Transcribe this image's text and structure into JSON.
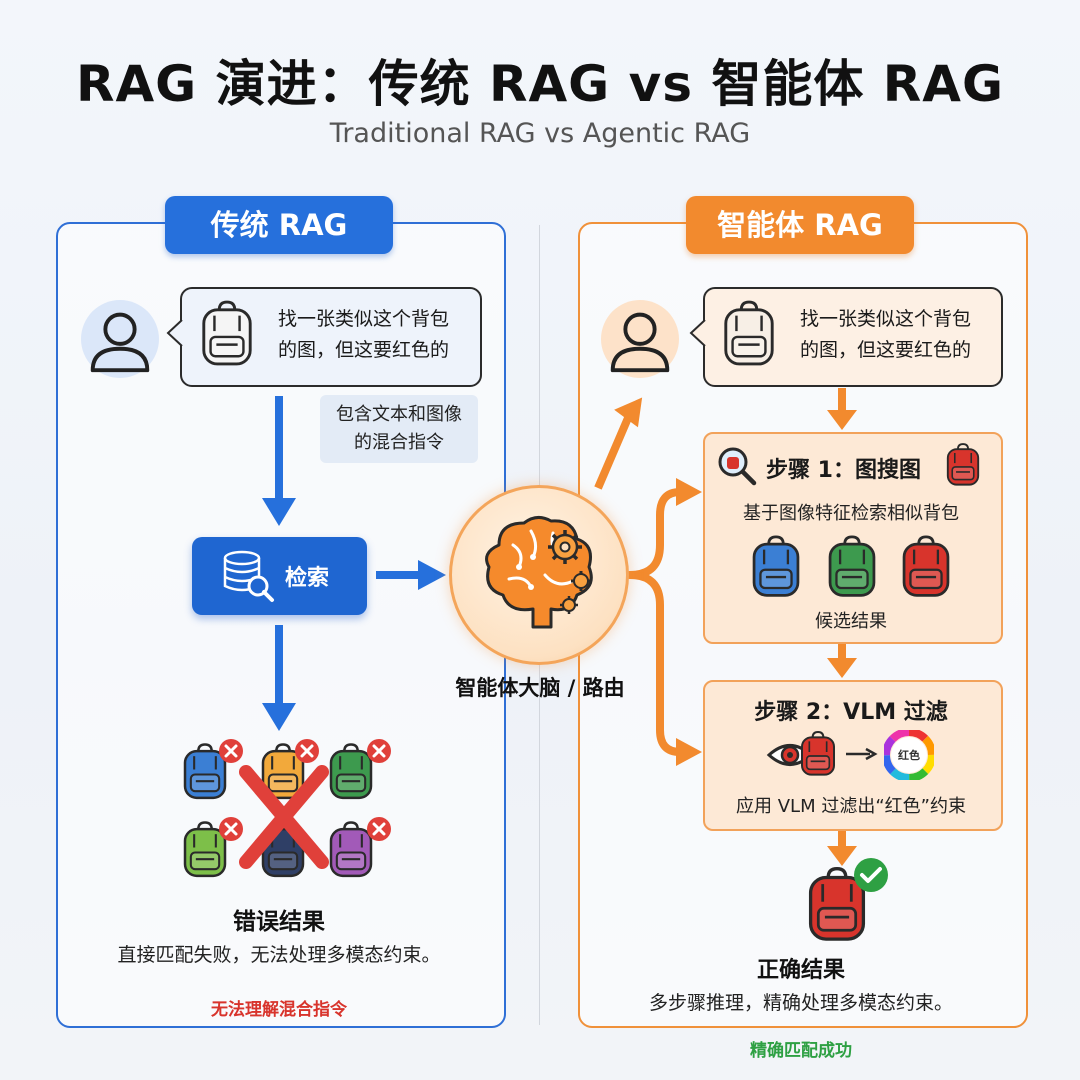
{
  "header": {
    "title": "RAG 演进：传统 RAG vs 智能体 RAG",
    "subtitle": "Traditional RAG vs Agentic RAG"
  },
  "left": {
    "tag": "传统 RAG",
    "query": "找一张类似这个背包的图，但这要红色的",
    "query_line1": "找一张类似这个背包",
    "query_line2": "的图，但这要红色的",
    "note_line1": "包含文本和图像",
    "note_line2": "的混合指令",
    "retrieve_label": "检索",
    "result_title": "错误结果",
    "result_desc": "直接匹配失败，无法处理多模态约束。",
    "footer": "无法理解混合指令"
  },
  "center": {
    "label": "智能体大脑 / 路由"
  },
  "right": {
    "tag": "智能体 RAG",
    "query_line1": "找一张类似这个背包",
    "query_line2": "的图，但这要红色的",
    "step1": {
      "title": "步骤 1：图搜图",
      "desc": "基于图像特征检索相似背包",
      "caption": "候选结果"
    },
    "step2": {
      "title": "步骤 2：VLM 过滤",
      "wheel_label": "红色",
      "desc": "应用 VLM 过滤出“红色”约束"
    },
    "result_title": "正确结果",
    "result_desc": "多步骤推理，精确处理多模态约束。",
    "footer": "精确匹配成功"
  },
  "colors": {
    "traditional_blue": "#2670dc",
    "agentic_orange": "#f28a2e",
    "error_red": "#d8342c",
    "success_green": "#2ea043"
  },
  "icons": {
    "user": "user-icon",
    "backpack": "backpack-icon",
    "database_search": "database-search-icon",
    "brain": "brain-gear-icon",
    "image_search": "magnifier-icon",
    "eye": "eye-icon",
    "color_wheel": "color-wheel-icon",
    "check": "check-icon",
    "cross": "cross-icon"
  }
}
